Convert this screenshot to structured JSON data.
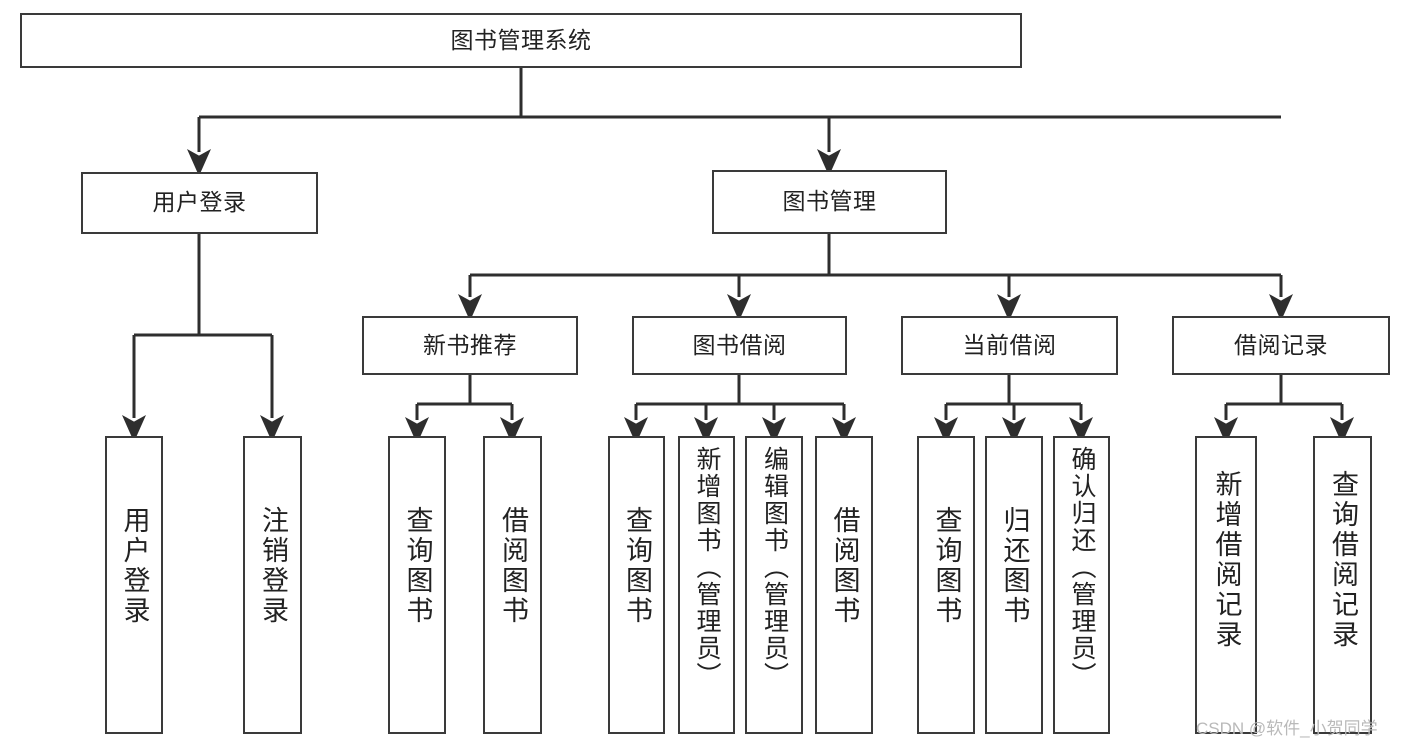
{
  "diagram": {
    "type": "tree",
    "title": "图书管理系统",
    "orientation": "top-down",
    "edge_color": "#3a3a3a",
    "box_fill": "#ffffff",
    "box_border": "#3a3a3a"
  },
  "nodes": {
    "root": {
      "label": "图书管理系统"
    },
    "level2": [
      {
        "label": "用户登录"
      },
      {
        "label": "图书管理"
      }
    ],
    "level3": [
      {
        "label": "新书推荐"
      },
      {
        "label": "图书借阅"
      },
      {
        "label": "当前借阅"
      },
      {
        "label": "借阅记录"
      }
    ],
    "leaves_user_login": [
      {
        "label": "用户登录"
      },
      {
        "label": "注销登录"
      }
    ],
    "leaves_new_book": [
      {
        "label": "查询图书"
      },
      {
        "label": "借阅图书"
      }
    ],
    "leaves_borrow": [
      {
        "label": "查询图书"
      },
      {
        "label": "新增图书（管理员）"
      },
      {
        "label": "编辑图书（管理员）"
      },
      {
        "label": "借阅图书"
      }
    ],
    "leaves_current": [
      {
        "label": "查询图书"
      },
      {
        "label": "归还图书"
      },
      {
        "label": "确认归还（管理员）"
      }
    ],
    "leaves_records": [
      {
        "label": "新增借阅记录"
      },
      {
        "label": "查询借阅记录"
      }
    ]
  },
  "watermark": {
    "text": "CSDN @软件_小贺同学"
  }
}
